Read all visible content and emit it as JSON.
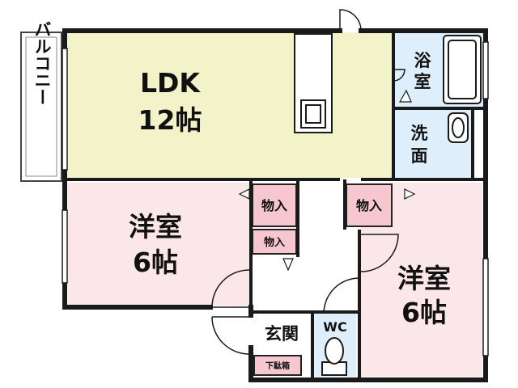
{
  "floor_plan": {
    "balcony": "バルコニー",
    "ldk": {
      "name": "LDK",
      "size": "12帖"
    },
    "bath": {
      "line1": "浴",
      "line2": "室"
    },
    "washroom": {
      "line1": "洗",
      "line2": "面"
    },
    "western_room_left": {
      "name": "洋室",
      "size": "6帖"
    },
    "western_room_right": {
      "name": "洋室",
      "size": "6帖"
    },
    "closet_1": "物入",
    "closet_2": "物入",
    "closet_3": "物入",
    "entrance": "玄関",
    "toilet": "WC",
    "shoe_box": "下駄箱"
  },
  "colors": {
    "ldk_fill": "#f3f3c9",
    "western_fill": "#fbe7ea",
    "wet_fill": "#dfeefb",
    "closet_fill": "#f7c7cf",
    "wall": "#1a1a1a"
  }
}
